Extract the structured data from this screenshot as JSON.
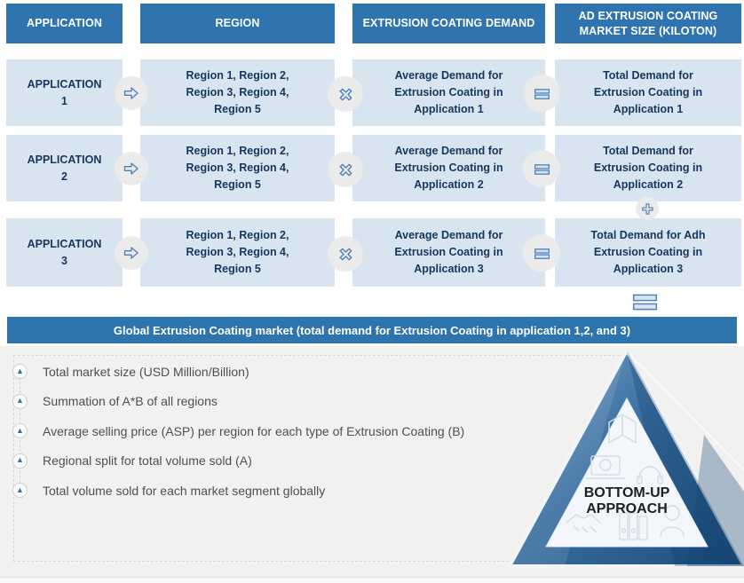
{
  "colors": {
    "header_blue": "#2f74ae",
    "banner_blue": "#2e74ad",
    "box_light_blue": "#d9e4f1",
    "text_navy": "#17365d",
    "icon_outline_blue": "#4c80b4",
    "bullet_triangle_blue": "#2e74b5",
    "section_gray": "#f1f1f0",
    "pyramid_dark_blue": "#1c4c7a"
  },
  "columns": [
    "APPLICATION",
    "REGION",
    "EXTRUSION COATING DEMAND",
    "AD EXTRUSION COATING MARKET SIZE (KILOTON)"
  ],
  "rows": [
    {
      "application_label": "APPLICATION",
      "application_number": "1",
      "regions": "Region 1, Region 2, Region 3, Region 4, Region 5",
      "demand": "Average Demand for Extrusion Coating in Application 1",
      "total": "Total Demand for Extrusion Coating in Application 1"
    },
    {
      "application_label": "APPLICATION",
      "application_number": "2",
      "regions": "Region 1, Region 2, Region 3, Region 4, Region 5",
      "demand": "Average Demand for Extrusion Coating in Application 2",
      "total": "Total Demand for Extrusion Coating in Application 2"
    },
    {
      "application_label": "APPLICATION",
      "application_number": "3",
      "regions": "Region 1, Region 2, Region 3, Region 4, Region 5",
      "demand": "Average Demand for Extrusion Coating  in Application 3",
      "total": "Total Demand for Adh Extrusion Coating in Application 3"
    }
  ],
  "operators": {
    "arrow": "maps-to",
    "multiply": "multiplied-by",
    "equals": "equals",
    "plus": "plus",
    "final_equals": "equals"
  },
  "banner": {
    "text": "Global Extrusion Coating market (total demand for Extrusion Coating in application 1,2, and 3)"
  },
  "bullets": {
    "items": [
      "Total market size (USD Million/Billion)",
      "Summation of A*B of all regions",
      "Average selling price (ASP) per region for each type of Extrusion Coating  (B)",
      "Regional split for total volume sold (A)",
      "Total volume sold for each market segment globally"
    ]
  },
  "pyramid": {
    "label_line1": "BOTTOM-UP",
    "label_line2": "APPROACH"
  }
}
